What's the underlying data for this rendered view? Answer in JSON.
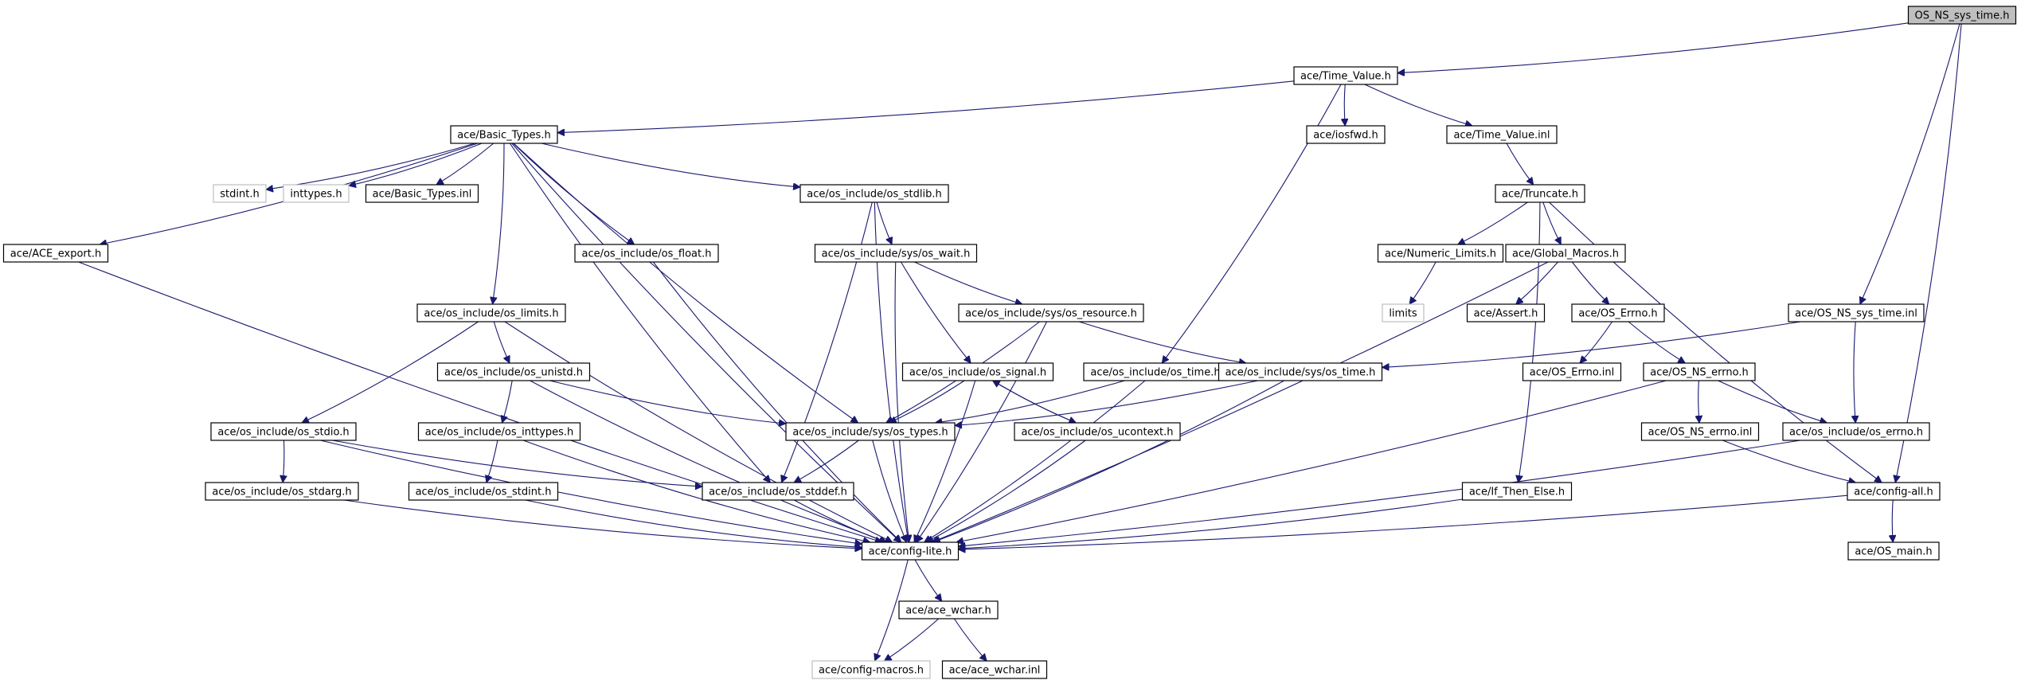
{
  "graph": {
    "colors": {
      "edge": "#191970",
      "node_border": "#000000",
      "node_fill": "#ffffff",
      "root_fill": "#bfbfbf",
      "missing_border": "#bfbfbf",
      "text": "#000000"
    },
    "nodes": [
      {
        "id": "OS_NS_sys_time_h",
        "label": "OS_NS_sys_time.h",
        "kind": "root"
      },
      {
        "id": "Time_Value_h",
        "label": "ace/Time_Value.h",
        "kind": "file"
      },
      {
        "id": "Basic_Types_h",
        "label": "ace/Basic_Types.h",
        "kind": "file"
      },
      {
        "id": "iosfwd_h",
        "label": "ace/iosfwd.h",
        "kind": "file"
      },
      {
        "id": "Time_Value_inl",
        "label": "ace/Time_Value.inl",
        "kind": "file"
      },
      {
        "id": "stdint_h",
        "label": "stdint.h",
        "kind": "missing"
      },
      {
        "id": "inttypes_h",
        "label": "inttypes.h",
        "kind": "missing"
      },
      {
        "id": "Basic_Types_inl",
        "label": "ace/Basic_Types.inl",
        "kind": "file"
      },
      {
        "id": "os_stdlib_h",
        "label": "ace/os_include/os_stdlib.h",
        "kind": "file"
      },
      {
        "id": "Truncate_h",
        "label": "ace/Truncate.h",
        "kind": "file"
      },
      {
        "id": "ACE_export_h",
        "label": "ace/ACE_export.h",
        "kind": "file"
      },
      {
        "id": "os_float_h",
        "label": "ace/os_include/os_float.h",
        "kind": "file"
      },
      {
        "id": "os_wait_h",
        "label": "ace/os_include/sys/os_wait.h",
        "kind": "file"
      },
      {
        "id": "Numeric_Limits_h",
        "label": "ace/Numeric_Limits.h",
        "kind": "file"
      },
      {
        "id": "Global_Macros_h",
        "label": "ace/Global_Macros.h",
        "kind": "file"
      },
      {
        "id": "os_limits_h",
        "label": "ace/os_include/os_limits.h",
        "kind": "file"
      },
      {
        "id": "os_resource_h",
        "label": "ace/os_include/sys/os_resource.h",
        "kind": "file"
      },
      {
        "id": "limits",
        "label": "limits",
        "kind": "missing"
      },
      {
        "id": "Assert_h",
        "label": "ace/Assert.h",
        "kind": "file"
      },
      {
        "id": "OS_Errno_h",
        "label": "ace/OS_Errno.h",
        "kind": "file"
      },
      {
        "id": "OS_NS_sys_time_inl",
        "label": "ace/OS_NS_sys_time.inl",
        "kind": "file"
      },
      {
        "id": "os_unistd_h",
        "label": "ace/os_include/os_unistd.h",
        "kind": "file"
      },
      {
        "id": "os_signal_h",
        "label": "ace/os_include/os_signal.h",
        "kind": "file"
      },
      {
        "id": "os_time_h",
        "label": "ace/os_include/os_time.h",
        "kind": "file"
      },
      {
        "id": "sys_os_time_h",
        "label": "ace/os_include/sys/os_time.h",
        "kind": "file"
      },
      {
        "id": "OS_Errno_inl",
        "label": "ace/OS_Errno.inl",
        "kind": "file"
      },
      {
        "id": "OS_NS_errno_h",
        "label": "ace/OS_NS_errno.h",
        "kind": "file"
      },
      {
        "id": "os_stdio_h",
        "label": "ace/os_include/os_stdio.h",
        "kind": "file"
      },
      {
        "id": "os_inttypes_h",
        "label": "ace/os_include/os_inttypes.h",
        "kind": "file"
      },
      {
        "id": "os_types_h",
        "label": "ace/os_include/sys/os_types.h",
        "kind": "file"
      },
      {
        "id": "os_ucontext_h",
        "label": "ace/os_include/os_ucontext.h",
        "kind": "file"
      },
      {
        "id": "OS_NS_errno_inl",
        "label": "ace/OS_NS_errno.inl",
        "kind": "file"
      },
      {
        "id": "os_errno_h",
        "label": "ace/os_include/os_errno.h",
        "kind": "file"
      },
      {
        "id": "os_stdarg_h",
        "label": "ace/os_include/os_stdarg.h",
        "kind": "file"
      },
      {
        "id": "os_stdint_h",
        "label": "ace/os_include/os_stdint.h",
        "kind": "file"
      },
      {
        "id": "os_stddef_h",
        "label": "ace/os_include/os_stddef.h",
        "kind": "file"
      },
      {
        "id": "If_Then_Else_h",
        "label": "ace/If_Then_Else.h",
        "kind": "file"
      },
      {
        "id": "config_all_h",
        "label": "ace/config-all.h",
        "kind": "file"
      },
      {
        "id": "config_lite_h",
        "label": "ace/config-lite.h",
        "kind": "file"
      },
      {
        "id": "OS_main_h",
        "label": "ace/OS_main.h",
        "kind": "file"
      },
      {
        "id": "ace_wchar_h",
        "label": "ace/ace_wchar.h",
        "kind": "file"
      },
      {
        "id": "config_macros_h",
        "label": "ace/config-macros.h",
        "kind": "missing"
      },
      {
        "id": "ace_wchar_inl",
        "label": "ace/ace_wchar.inl",
        "kind": "file"
      }
    ],
    "edges": [
      [
        "OS_NS_sys_time_h",
        "Time_Value_h"
      ],
      [
        "OS_NS_sys_time_h",
        "OS_NS_sys_time_inl"
      ],
      [
        "OS_NS_sys_time_h",
        "config_all_h"
      ],
      [
        "Time_Value_h",
        "Basic_Types_h"
      ],
      [
        "Time_Value_h",
        "iosfwd_h"
      ],
      [
        "Time_Value_h",
        "Time_Value_inl"
      ],
      [
        "Time_Value_h",
        "os_time_h"
      ],
      [
        "Time_Value_inl",
        "Truncate_h"
      ],
      [
        "Basic_Types_h",
        "ACE_export_h"
      ],
      [
        "Basic_Types_h",
        "stdint_h"
      ],
      [
        "Basic_Types_h",
        "inttypes_h"
      ],
      [
        "Basic_Types_h",
        "Basic_Types_inl"
      ],
      [
        "Basic_Types_h",
        "os_stdlib_h"
      ],
      [
        "Basic_Types_h",
        "os_float_h"
      ],
      [
        "Basic_Types_h",
        "os_limits_h"
      ],
      [
        "Basic_Types_h",
        "os_types_h"
      ],
      [
        "Basic_Types_h",
        "os_stddef_h"
      ],
      [
        "Basic_Types_h",
        "config_lite_h"
      ],
      [
        "ACE_export_h",
        "config_lite_h"
      ],
      [
        "os_stdlib_h",
        "os_wait_h"
      ],
      [
        "os_stdlib_h",
        "os_stddef_h"
      ],
      [
        "os_stdlib_h",
        "config_lite_h"
      ],
      [
        "os_float_h",
        "config_lite_h"
      ],
      [
        "os_wait_h",
        "os_resource_h"
      ],
      [
        "os_wait_h",
        "os_signal_h"
      ],
      [
        "os_wait_h",
        "config_lite_h"
      ],
      [
        "os_resource_h",
        "sys_os_time_h"
      ],
      [
        "os_resource_h",
        "os_types_h"
      ],
      [
        "os_resource_h",
        "config_lite_h"
      ],
      [
        "os_limits_h",
        "os_unistd_h"
      ],
      [
        "os_limits_h",
        "os_stdio_h"
      ],
      [
        "os_limits_h",
        "config_lite_h"
      ],
      [
        "os_unistd_h",
        "os_inttypes_h"
      ],
      [
        "os_unistd_h",
        "os_types_h"
      ],
      [
        "os_unistd_h",
        "config_lite_h"
      ],
      [
        "os_inttypes_h",
        "os_stdint_h"
      ],
      [
        "os_inttypes_h",
        "config_lite_h"
      ],
      [
        "os_stdio_h",
        "os_stdarg_h"
      ],
      [
        "os_stdio_h",
        "os_stddef_h"
      ],
      [
        "os_stdio_h",
        "config_lite_h"
      ],
      [
        "os_stdarg_h",
        "config_lite_h"
      ],
      [
        "os_stdint_h",
        "config_lite_h"
      ],
      [
        "os_signal_h",
        "os_types_h"
      ],
      [
        "os_signal_h",
        "os_ucontext_h"
      ],
      [
        "os_signal_h",
        "config_lite_h"
      ],
      [
        "os_ucontext_h",
        "os_signal_h"
      ],
      [
        "os_ucontext_h",
        "config_lite_h"
      ],
      [
        "os_time_h",
        "os_types_h"
      ],
      [
        "os_time_h",
        "config_lite_h"
      ],
      [
        "sys_os_time_h",
        "os_types_h"
      ],
      [
        "sys_os_time_h",
        "config_lite_h"
      ],
      [
        "os_types_h",
        "os_stddef_h"
      ],
      [
        "os_types_h",
        "config_lite_h"
      ],
      [
        "os_stddef_h",
        "config_lite_h"
      ],
      [
        "Truncate_h",
        "Numeric_Limits_h"
      ],
      [
        "Truncate_h",
        "Global_Macros_h"
      ],
      [
        "Truncate_h",
        "If_Then_Else_h"
      ],
      [
        "Truncate_h",
        "config_all_h"
      ],
      [
        "Numeric_Limits_h",
        "limits"
      ],
      [
        "Global_Macros_h",
        "Assert_h"
      ],
      [
        "Global_Macros_h",
        "OS_Errno_h"
      ],
      [
        "Global_Macros_h",
        "config_lite_h"
      ],
      [
        "OS_Errno_h",
        "OS_Errno_inl"
      ],
      [
        "OS_Errno_h",
        "OS_NS_errno_h"
      ],
      [
        "OS_NS_errno_h",
        "OS_NS_errno_inl"
      ],
      [
        "OS_NS_errno_h",
        "os_errno_h"
      ],
      [
        "OS_NS_errno_h",
        "config_lite_h"
      ],
      [
        "OS_NS_errno_inl",
        "config_all_h"
      ],
      [
        "OS_NS_sys_time_inl",
        "sys_os_time_h"
      ],
      [
        "OS_NS_sys_time_inl",
        "os_errno_h"
      ],
      [
        "os_errno_h",
        "config_lite_h"
      ],
      [
        "If_Then_Else_h",
        "config_lite_h"
      ],
      [
        "config_all_h",
        "config_lite_h"
      ],
      [
        "config_all_h",
        "OS_main_h"
      ],
      [
        "config_lite_h",
        "ace_wchar_h"
      ],
      [
        "config_lite_h",
        "config_macros_h"
      ],
      [
        "ace_wchar_h",
        "config_macros_h"
      ],
      [
        "ace_wchar_h",
        "ace_wchar_inl"
      ]
    ]
  }
}
